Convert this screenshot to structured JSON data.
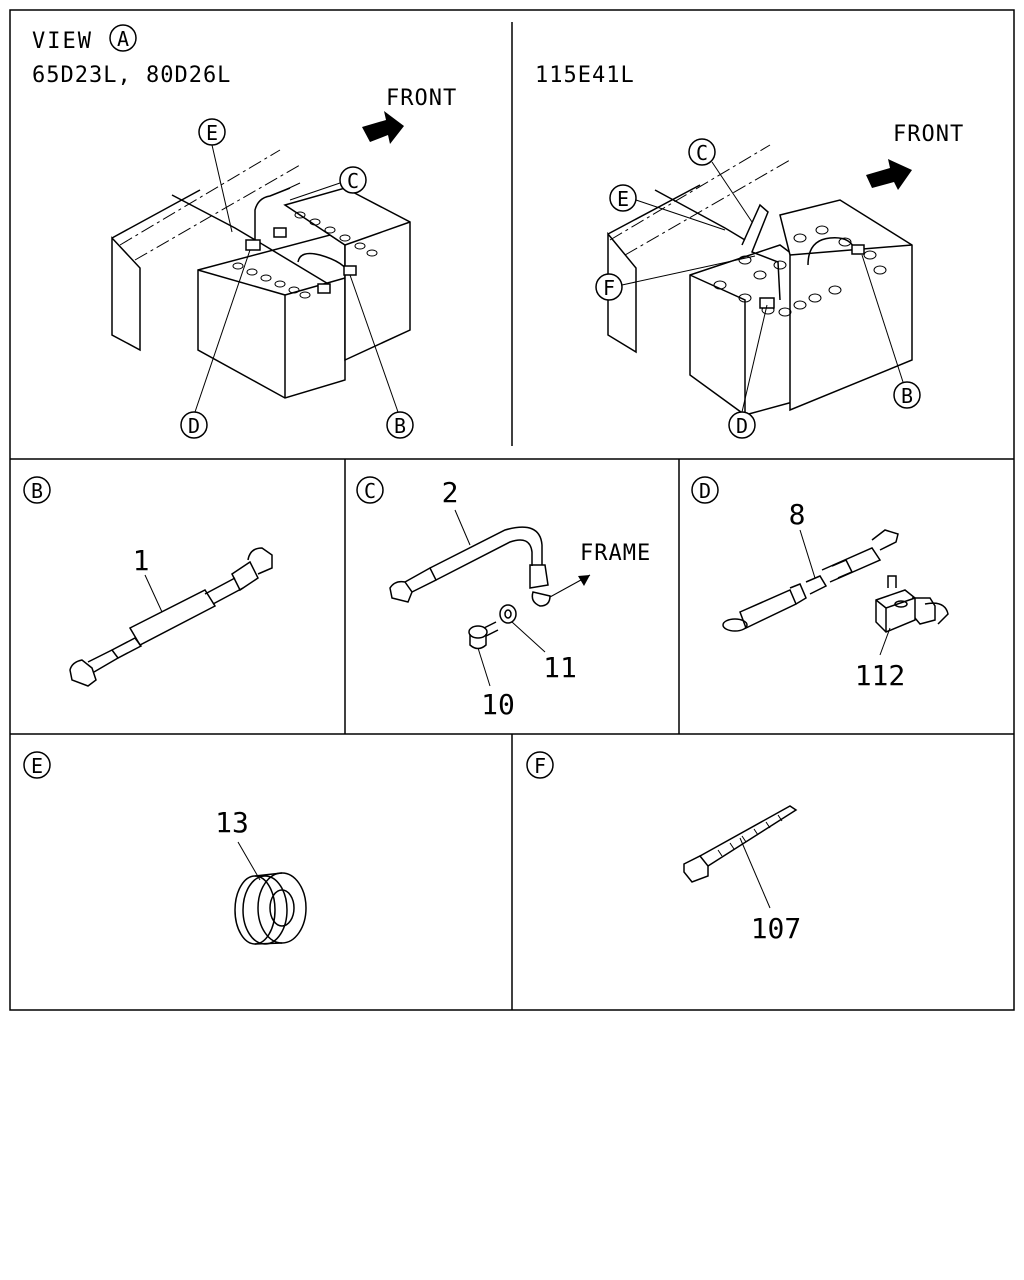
{
  "view_label": "VIEW",
  "view_marker": "A",
  "left_view": {
    "models": "65D23L, 80D26L",
    "front": "FRONT"
  },
  "right_view": {
    "models": "115E41L",
    "front": "FRONT"
  },
  "callouts": {
    "b": "B",
    "c": "C",
    "d": "D",
    "e": "E",
    "f": "F"
  },
  "details": {
    "b": {
      "marker": "B",
      "parts": [
        "1"
      ]
    },
    "c": {
      "marker": "C",
      "parts": [
        "2",
        "10",
        "11"
      ],
      "note": "FRAME"
    },
    "d": {
      "marker": "D",
      "parts": [
        "8",
        "112"
      ]
    },
    "e": {
      "marker": "E",
      "parts": [
        "13"
      ]
    },
    "f": {
      "marker": "F",
      "parts": [
        "107"
      ]
    }
  }
}
